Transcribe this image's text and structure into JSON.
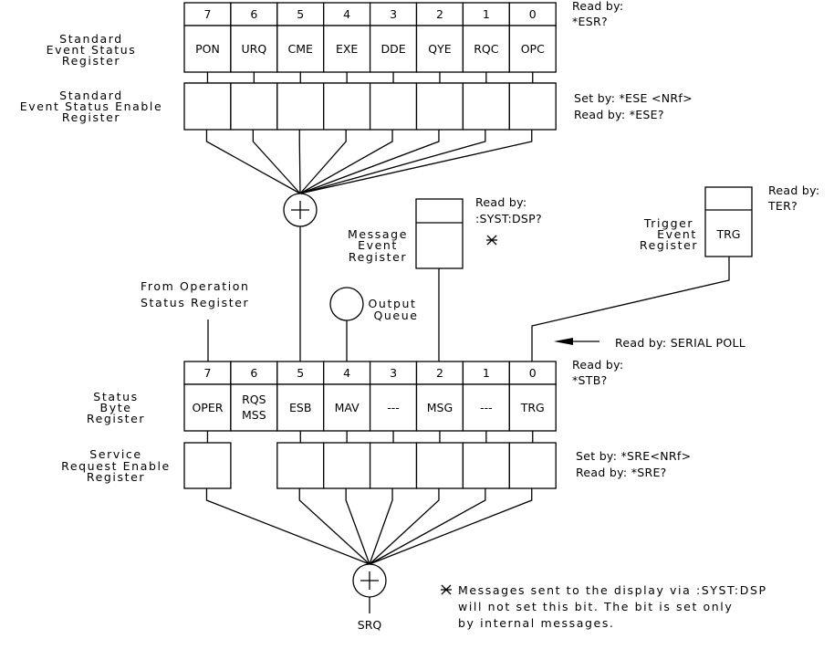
{
  "ser": {
    "label": [
      "Standard",
      "Event Status",
      "Register"
    ],
    "bits": [
      "7",
      "6",
      "5",
      "4",
      "3",
      "2",
      "1",
      "0"
    ],
    "names": [
      "PON",
      "URQ",
      "CME",
      "EXE",
      "DDE",
      "QYE",
      "RQC",
      "OPC"
    ],
    "read_by": [
      "Read by:",
      "*ESR?"
    ]
  },
  "ese": {
    "label": [
      "Standard",
      "Event Status Enable",
      "Register"
    ],
    "set_by": "Set by: *ESE <NRf>",
    "read_by": "Read by: *ESE?"
  },
  "message_event": {
    "label": [
      "Message",
      "Event",
      "Register"
    ],
    "read_by": [
      "Read by:",
      ":SYST:DSP?"
    ],
    "asterisk": "*"
  },
  "trigger_event": {
    "label": [
      "Trigger",
      "Event",
      "Register"
    ],
    "name": "TRG",
    "read_by": [
      "Read by:",
      "TER?"
    ]
  },
  "operation_status": {
    "label": [
      "From Operation",
      "Status Register"
    ]
  },
  "output_queue": {
    "label": [
      "Output",
      "Queue"
    ]
  },
  "serial_poll": "Read by: SERIAL POLL",
  "status_byte": {
    "label": [
      "Status",
      "Byte",
      "Register"
    ],
    "bits": [
      "7",
      "6",
      "5",
      "4",
      "3",
      "2",
      "1",
      "0"
    ],
    "names": [
      [
        "OPER"
      ],
      [
        "RQS",
        "MSS"
      ],
      [
        "ESB"
      ],
      [
        "MAV"
      ],
      [
        "---"
      ],
      [
        "MSG"
      ],
      [
        "---"
      ],
      [
        "TRG"
      ]
    ],
    "read_by": [
      "Read by:",
      "*STB?"
    ]
  },
  "sre": {
    "label": [
      "Service",
      "Request Enable",
      "Register"
    ],
    "set_by": "Set by: *SRE<NRf>",
    "read_by": "Read by: *SRE?"
  },
  "srq": "SRQ",
  "footnote": {
    "mark": "*",
    "lines": [
      "Messages sent to the display via :SYST:DSP",
      "will not set this bit. The bit is set only",
      "by internal messages."
    ]
  }
}
